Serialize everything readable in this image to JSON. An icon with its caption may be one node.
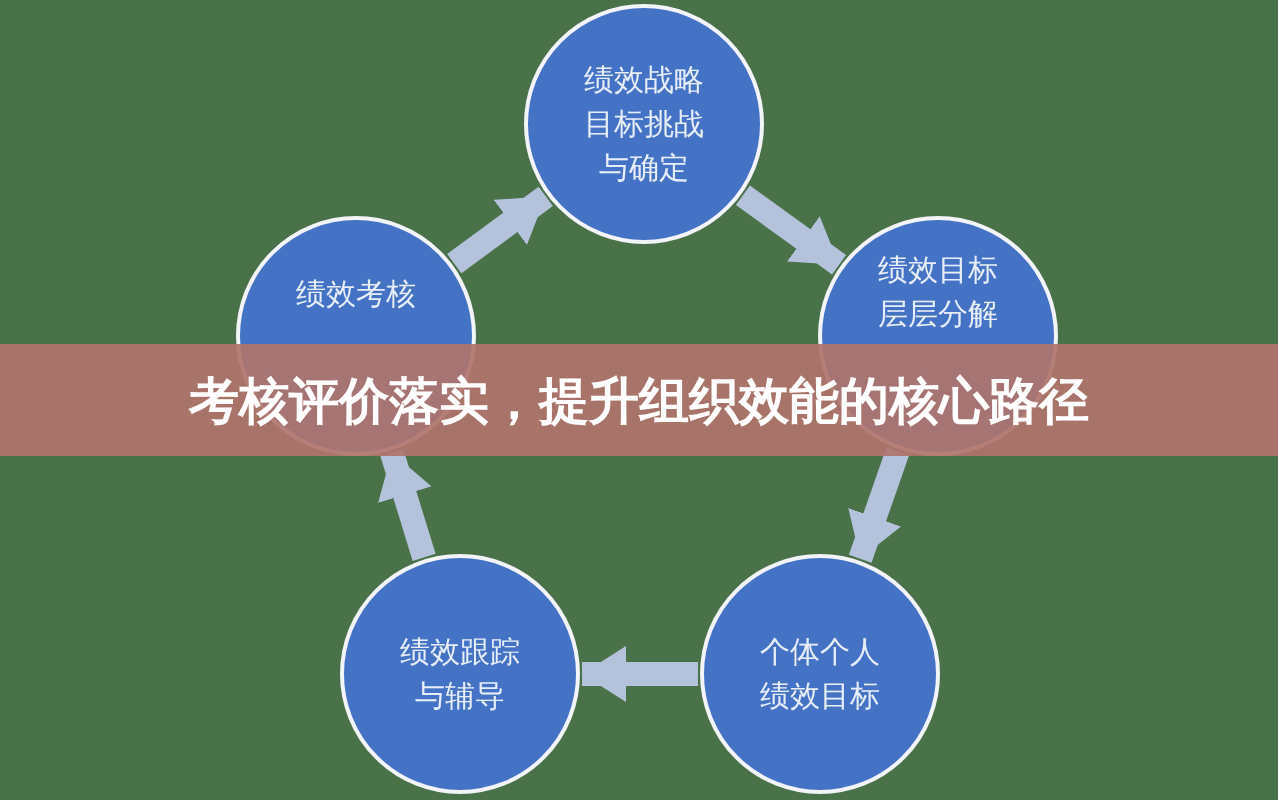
{
  "diagram": {
    "title": "考核评价落实，提升组织效能的核心路径",
    "nodes": [
      {
        "text": [
          "绩效战略目标挑战与确定"
        ]
      },
      {
        "text": [
          "绩效目标层层分解"
        ]
      },
      {
        "text": [
          "个体个人绩效目标"
        ]
      },
      {
        "text": [
          "绩效跟踪与辅导"
        ]
      },
      {
        "text": [
          "绩效考核"
        ]
      }
    ],
    "edges": [
      {
        "from": 0,
        "to": 1,
        "arrow": "to"
      },
      {
        "from": 1,
        "to": 2,
        "arrow": "to"
      },
      {
        "from": 2,
        "to": 3,
        "arrow": "to"
      },
      {
        "from": 3,
        "to": 4,
        "arrow": "to"
      },
      {
        "from": 4,
        "to": 0,
        "arrow": "to"
      }
    ]
  }
}
